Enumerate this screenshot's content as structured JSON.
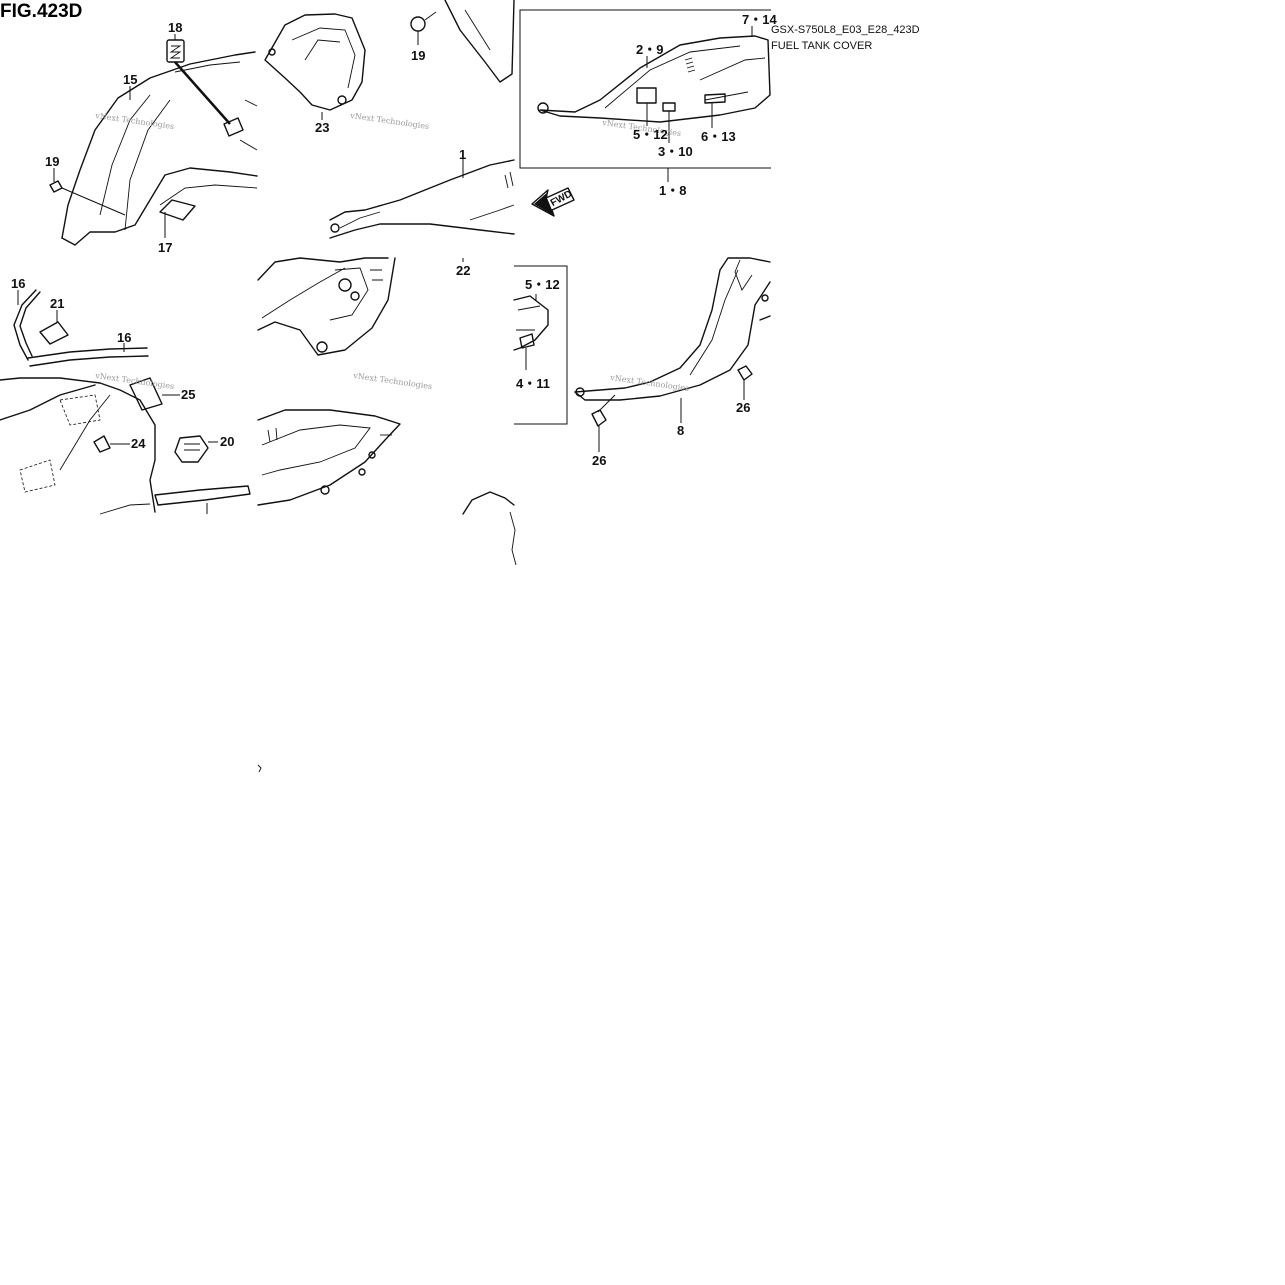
{
  "figure": {
    "title": "FIG.423D",
    "code": "GSX-S750L8_E03_E28_423D",
    "name": "FUEL TANK COVER",
    "watermark": "vNext Technologies",
    "direction_label": "FWD"
  },
  "callouts": {
    "c18": "18",
    "c15": "15",
    "c19a": "19",
    "c17": "17",
    "c23": "23",
    "c19b": "19",
    "c1": "1",
    "c22": "22",
    "c7_14": "7・14",
    "c2_9": "2・9",
    "c5_12a": "5・12",
    "c3_10": "3・10",
    "c6_13": "6・13",
    "c1_8": "1・8",
    "c16a": "16",
    "c21": "21",
    "c16b": "16",
    "c25": "25",
    "c24": "24",
    "c20": "20",
    "c5_12b": "5・12",
    "c4_11": "4・11",
    "c26a": "26",
    "c26b": "26",
    "c8": "8"
  }
}
